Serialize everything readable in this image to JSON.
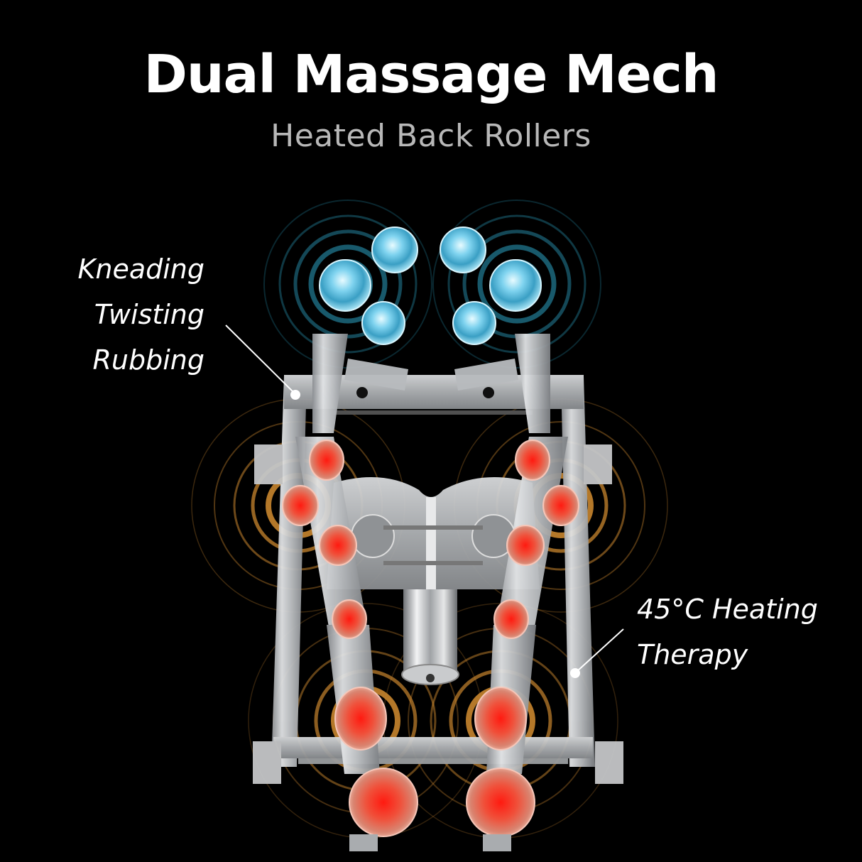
{
  "header": {
    "title": "Dual Massage Mech",
    "subtitle": "Heated Back Rollers"
  },
  "callouts": {
    "left": {
      "lines": [
        "Kneading",
        "Twisting",
        "Rubbing"
      ]
    },
    "right": {
      "lines": [
        "45°C Heating",
        "Therapy"
      ]
    }
  },
  "colors": {
    "background": "#000000",
    "text": "#ffffff",
    "cool_roller": "#6cc6e8",
    "cool_ring": "#1e6f86",
    "heated_roller": "#ff2a1a",
    "heat_ring": "#c8852e",
    "frame": "#c9cbcd"
  }
}
